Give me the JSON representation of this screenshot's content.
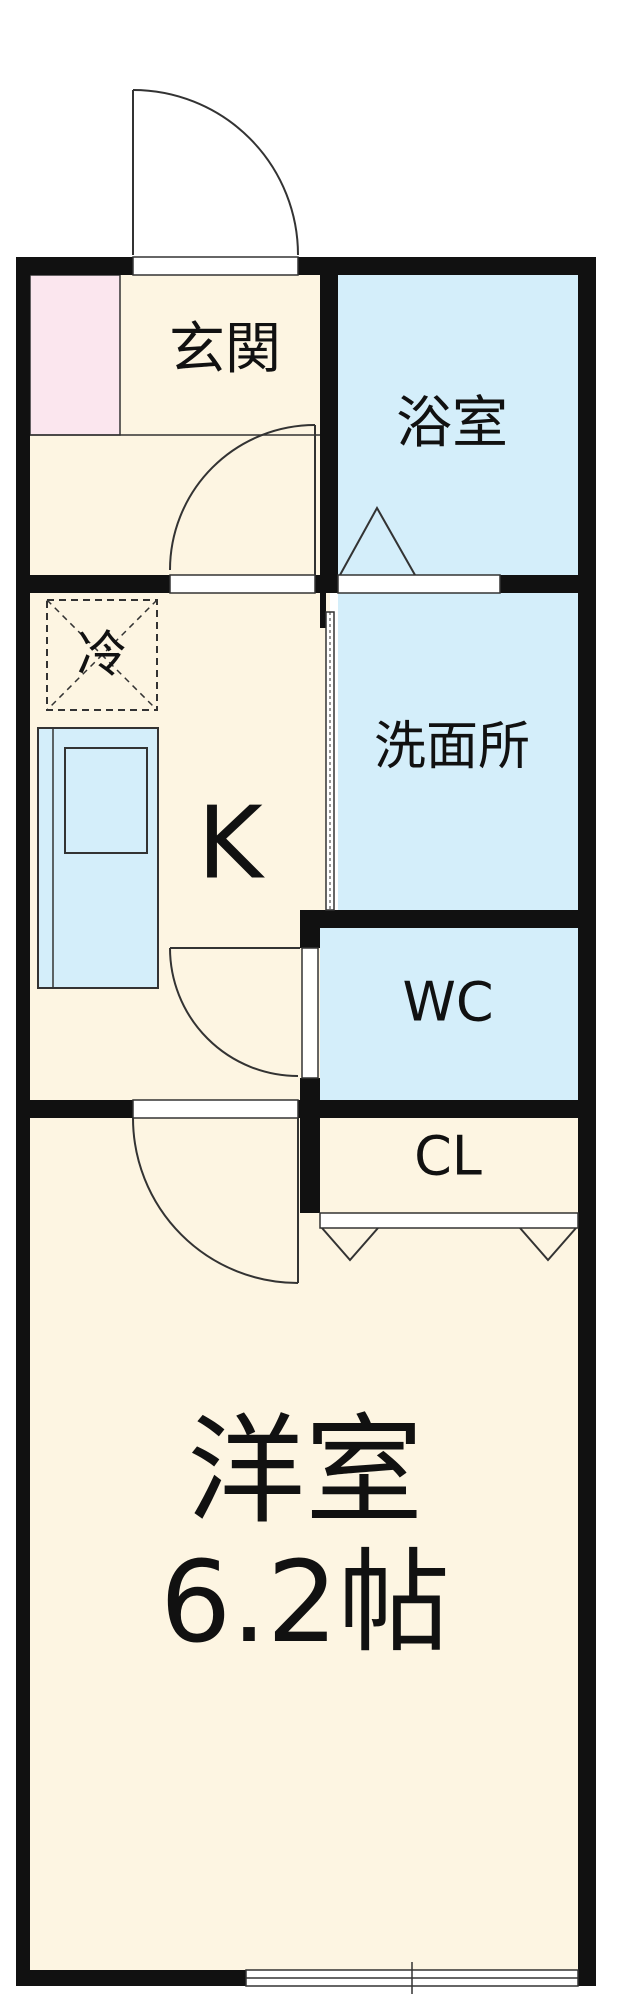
{
  "colors": {
    "wall": "#111111",
    "floor_cream": "#fdf5e2",
    "wet_blue": "#d4eefa",
    "closet_pink": "#fbe6ee",
    "thin_line": "#333333"
  },
  "rooms": {
    "entrance": {
      "label": "玄関"
    },
    "bath": {
      "label": "浴室"
    },
    "fridge": {
      "label": "冷"
    },
    "kitchen": {
      "label": "K"
    },
    "washroom": {
      "label": "洗面所"
    },
    "toilet": {
      "label": "WC"
    },
    "closet": {
      "label": "CL"
    },
    "western_room": {
      "label": "洋室",
      "size": "6.2帖"
    }
  }
}
